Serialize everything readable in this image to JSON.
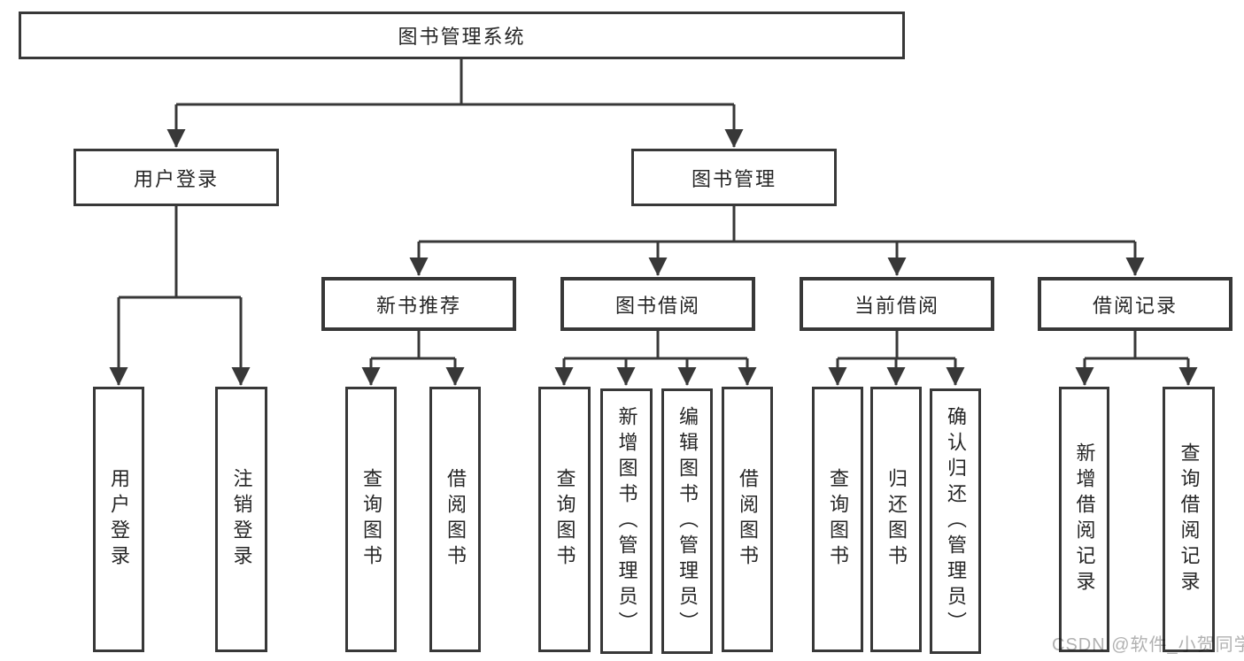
{
  "diagram": {
    "tree": {
      "root": {
        "label": "图书管理系统",
        "children": [
          {
            "label": "用户登录",
            "children": [
              {
                "label": "用户登录"
              },
              {
                "label": "注销登录"
              }
            ]
          },
          {
            "label": "图书管理",
            "children": [
              {
                "label": "新书推荐",
                "children": [
                  {
                    "label": "查询图书"
                  },
                  {
                    "label": "借阅图书"
                  }
                ]
              },
              {
                "label": "图书借阅",
                "children": [
                  {
                    "label": "查询图书"
                  },
                  {
                    "label": "新增图书（管理员）"
                  },
                  {
                    "label": "编辑图书（管理员）"
                  },
                  {
                    "label": "借阅图书"
                  }
                ]
              },
              {
                "label": "当前借阅",
                "children": [
                  {
                    "label": "查询图书"
                  },
                  {
                    "label": "归还图书"
                  },
                  {
                    "label": "确认归还（管理员）"
                  }
                ]
              },
              {
                "label": "借阅记录",
                "children": [
                  {
                    "label": "新增借阅记录"
                  },
                  {
                    "label": "查询借阅记录"
                  }
                ]
              }
            ]
          }
        ]
      }
    },
    "colors": {
      "line": "#383838",
      "box_border": "#383838",
      "text": "#262626",
      "watermark": "#7d7d7d",
      "background": "#ffffff"
    }
  },
  "watermark": {
    "text": "CSDN @软件_小贺同学"
  }
}
